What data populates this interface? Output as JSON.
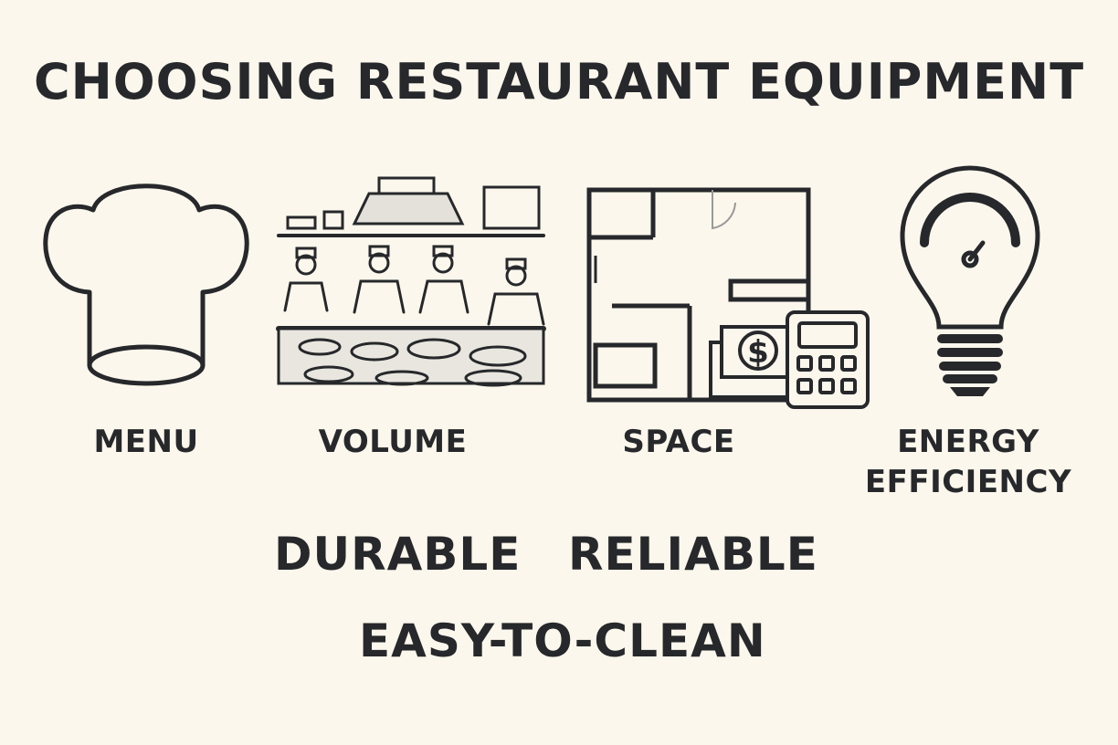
{
  "title": "CHOOSING RESTAURANT EQUIPMENT",
  "factors": [
    {
      "label": "MENU",
      "icon": "chef-hat-icon"
    },
    {
      "label": "VOLUME",
      "icon": "busy-kitchen-icon"
    },
    {
      "label": "SPACE",
      "icon": "floor-plan-icon"
    },
    {
      "label_line1": "ENERGY",
      "label_line2": "EFFICIENCY",
      "icon": "lightbulb-gauge-icon"
    }
  ],
  "qualities": [
    "DURABLE",
    "RELIABLE",
    "EASY-TO-CLEAN"
  ],
  "colors": {
    "background": "#fcf7ec",
    "ink": "#26282b"
  }
}
